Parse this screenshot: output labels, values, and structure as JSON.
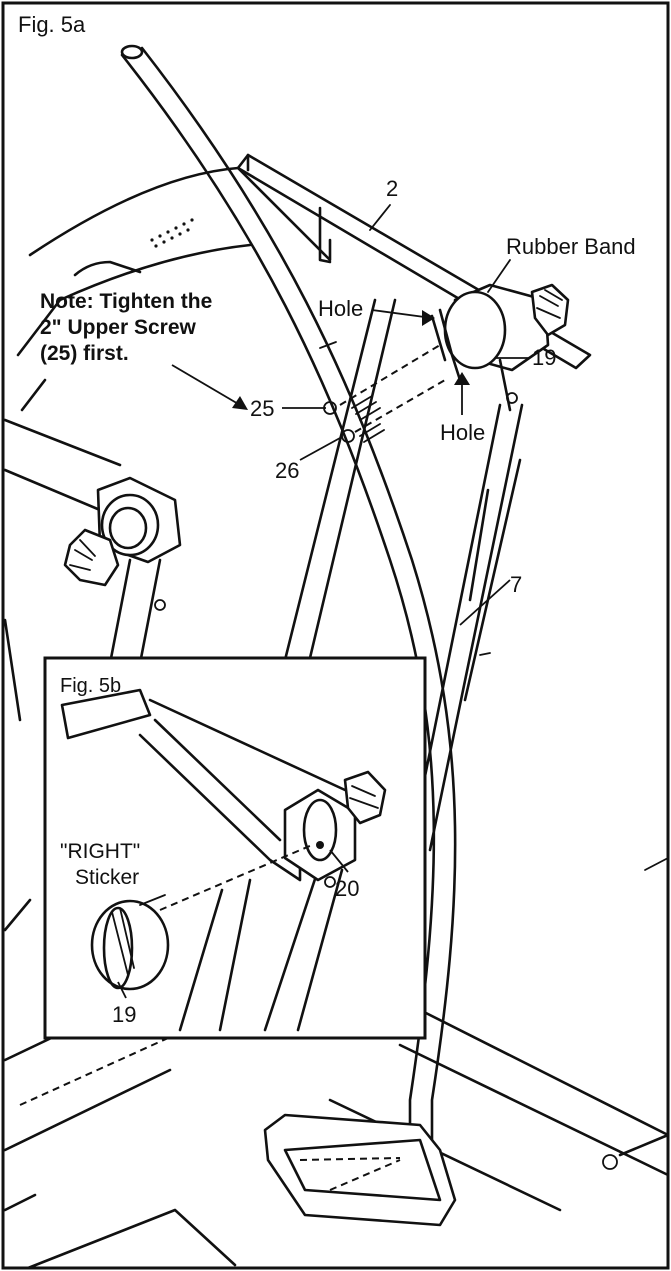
{
  "figure_a": {
    "title": "Fig. 5a",
    "note_line1": "Note: Tighten the",
    "note_line2": "2\" Upper Screw",
    "note_line3": "(25) first.",
    "labels": {
      "part_2": "2",
      "rubber_band": "Rubber Band",
      "hole_upper": "Hole",
      "part_19": "19",
      "hole_lower": "Hole",
      "part_25": "25",
      "part_26": "26",
      "part_7": "7"
    }
  },
  "figure_b": {
    "title": "Fig. 5b",
    "sticker_line1": "\"RIGHT\"",
    "sticker_line2": "Sticker",
    "part_20": "20",
    "part_19": "19"
  }
}
